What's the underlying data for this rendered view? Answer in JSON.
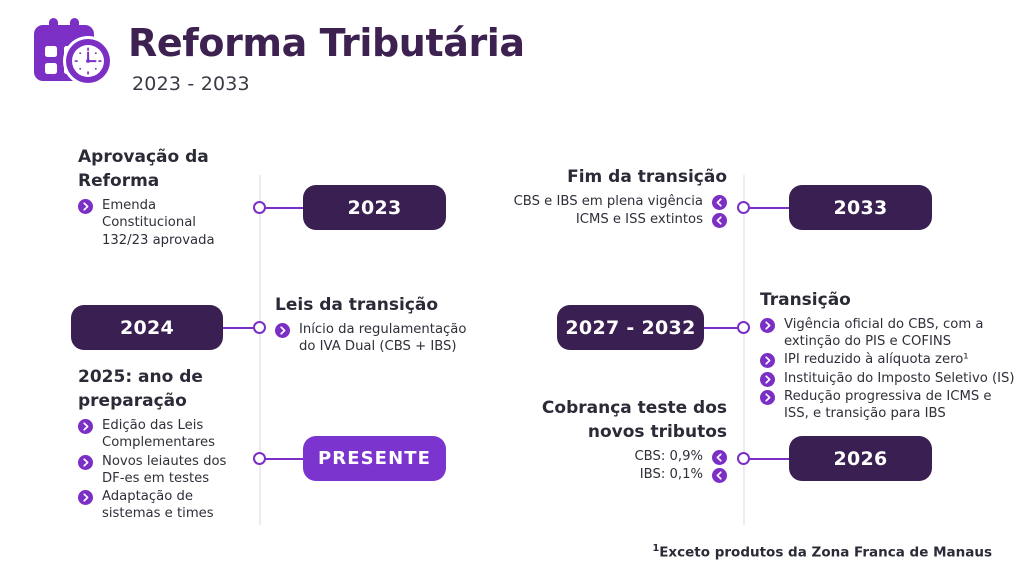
{
  "header": {
    "logo_icon": "calendar-clock-icon",
    "title": "Reforma Tributária",
    "subtitle": "2023 - 2033"
  },
  "colors": {
    "brand_purple": "#7B2FC4",
    "chip_dark": "#3A1F52",
    "chip_present": "#7B35CE",
    "title": "#3D2151",
    "rail": "#ECEBEE"
  },
  "timeline": {
    "rows": [
      {
        "id": "aprovacao",
        "side": "left-text",
        "heading": "Aprovação da Reforma",
        "bullets": [
          "Emenda Constitucional 132/23 aprovada"
        ],
        "chip": "2023",
        "chip_style": "dark"
      },
      {
        "id": "fim-transicao",
        "side": "right-text",
        "heading": "Fim da transição",
        "bullets": [
          "CBS e IBS em plena vigência",
          "ICMS e ISS extintos"
        ],
        "chip": "2033",
        "chip_style": "dark"
      },
      {
        "id": "leis-transicao",
        "side": "left-chip",
        "heading": "Leis da transição",
        "bullets": [
          "Início da regulamentação do IVA Dual (CBS + IBS)"
        ],
        "chip": "2024",
        "chip_style": "dark"
      },
      {
        "id": "transicao",
        "side": "right-chip",
        "heading": "Transição",
        "bullets": [
          "Vigência oficial do CBS, com a extinção do PIS e COFINS",
          "IPI reduzido à alíquota zero¹",
          "Instituição do Imposto Seletivo (IS)",
          "Redução progressiva de ICMS e ISS, e transição para IBS"
        ],
        "chip": "2027 - 2032",
        "chip_style": "dark"
      },
      {
        "id": "preparacao",
        "side": "left-text",
        "heading": "2025: ano de preparação",
        "bullets": [
          "Edição das Leis Complementares",
          "Novos leiautes dos DF-es em testes",
          "Adaptação de sistemas e times"
        ],
        "chip": "PRESENTE",
        "chip_style": "present"
      },
      {
        "id": "cobranca-teste",
        "side": "right-text",
        "heading": "Cobrança teste dos novos tributos",
        "bullets": [
          "CBS: 0,9%",
          "IBS: 0,1%"
        ],
        "chip": "2026",
        "chip_style": "dark"
      }
    ]
  },
  "footnote": {
    "marker": "1",
    "text": "Exceto produtos da Zona Franca de Manaus"
  }
}
